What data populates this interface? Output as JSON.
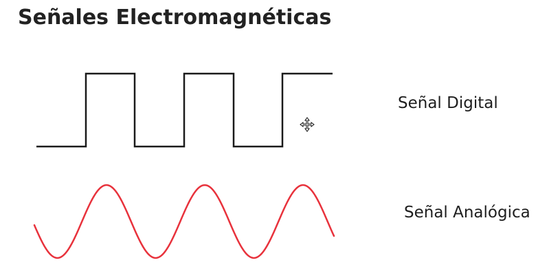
{
  "title": "Señales Electromagnéticas",
  "signals": [
    {
      "label": "Señal Digital",
      "kind": "square-wave",
      "color": "#1a1a1a"
    },
    {
      "label": "Señal Analógica",
      "kind": "sine-wave",
      "color": "#e8323c"
    }
  ],
  "cursor_icon": "move-cursor-icon"
}
